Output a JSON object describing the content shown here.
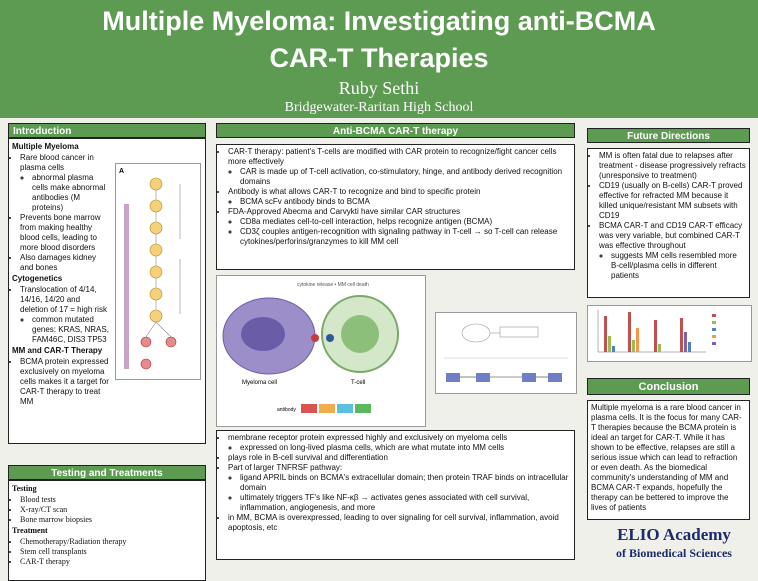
{
  "header": {
    "title_line1": "Multiple Myeloma: Investigating anti-BCMA",
    "title_line2": "CAR-T Therapies",
    "author": "Ruby Sethi",
    "school": "Bridgewater-Raritan High School"
  },
  "intro": {
    "heading": "Introduction",
    "mm_head": "Multiple Myeloma",
    "mm_items": [
      "Rare blood cancer in plasma cells"
    ],
    "mm_sub": [
      "abnormal plasma cells make abnormal antibodies (M proteins)"
    ],
    "mm_items2": [
      "Prevents bone marrow from making healthy blood cells, leading to more blood disorders",
      "Also damages kidney and bones"
    ],
    "cyto_head": "Cytogenetics",
    "cyto_items": [
      "Translocation of 4/14, 14/16, 14/20 and deletion of 17 = high risk"
    ],
    "cyto_sub": [
      "common mutated genes: KRAS, NRAS, FAM46C, DIS3 TP53"
    ],
    "cart_head": "MM and CAR-T Therapy",
    "cart_items": [
      "BCMA protein expressed exclusively on myeloma cells makes it a target for CAR-T therapy to treat MM"
    ],
    "fig_letter": "A"
  },
  "testing": {
    "heading": "Testing and Treatments",
    "testing_head": "Testing",
    "testing_items": [
      "Blood tests",
      "X-ray/CT scan",
      "Bone marrow biopsies"
    ],
    "treatment_head": "Treatment",
    "treatment_items": [
      "Chemotherapy/Radiation therapy",
      "Stem cell transplants",
      "CAR-T therapy"
    ]
  },
  "anti": {
    "heading": "Anti-BCMA CAR-T therapy",
    "items": [
      "CAR-T therapy: patient's T-cells are modified with CAR protein to recognize/fight cancer cells more effectively",
      "CAR is made up of T-cell activation, co-stimulatory, hinge, and antibody derived recognition domains",
      "Antibody is what allows CAR-T to recognize and bind to specific protein",
      "BCMA scFv antibody binds to BCMA",
      "FDA-Approved Abecma and Carvykti have similar CAR structures",
      "CD8a mediates cell-to-cell interaction, helps recognize antigen (BCMA)",
      "CD3ζ couples antigen-recognition with signaling pathway in T-cell → so T-cell can release cytokines/perforins/granzymes to kill MM cell"
    ],
    "fig_myeloma": "Myeloma cell",
    "fig_tcell": "T-cell",
    "fig_top": "cytokine release • MM cell death",
    "fig_antibody": "antibody"
  },
  "bcma": {
    "items": [
      "membrane receptor protein expressed highly and exclusively on myeloma cells",
      "expressed on long-lived plasma cells, which are what mutate into MM cells",
      "plays role in B-cell survival and differentiation",
      "Part of larger TNFRSF pathway:",
      "ligand APRIL binds on BCMA's extracellular domain; then protein TRAF binds on intracellular domain",
      "ultimately triggers TF's like NF-κβ → activates genes associated with cell survival, inflammation, angiogenesis, and more",
      "in MM, BCMA is overexpressed, leading to over signaling for cell survival, inflammation, avoid apoptosis, etc"
    ]
  },
  "future": {
    "heading": "Future Directions",
    "items": [
      "MM is often fatal due to relapses after treatment - disease progressively refracts (unresponsive to treatment)",
      "CD19 (usually on B-cells) CAR-T proved effective for refracted MM because it killed unique/resistant MM subsets with CD19",
      "BCMA CAR-T and CD19 CAR-T efficacy was very variable, but combined CAR-T was effective throughout",
      "suggests MM cells resembled more B-cell/plasma cells in different patients"
    ]
  },
  "conclusion": {
    "heading": "Conclusion",
    "text": "Multiple myeloma is a rare blood cancer in plasma cells. It is the focus for many CAR-T therapies because the BCMA protein is ideal an target for CAR-T. While it has shown to be effective, relapses are still a serious issue which can lead to refraction or even death. As the biomedical community's understanding of MM and BCMA CAR-T expands, hopefully the therapy can be bettered to improve the lives of patients"
  },
  "logo": {
    "line1": "ELIO Academy",
    "line2": "of Biomedical Sciences"
  },
  "colors": {
    "accent": "#5d9a52",
    "logo": "#1d2b6b",
    "background": "#eef0e9"
  }
}
